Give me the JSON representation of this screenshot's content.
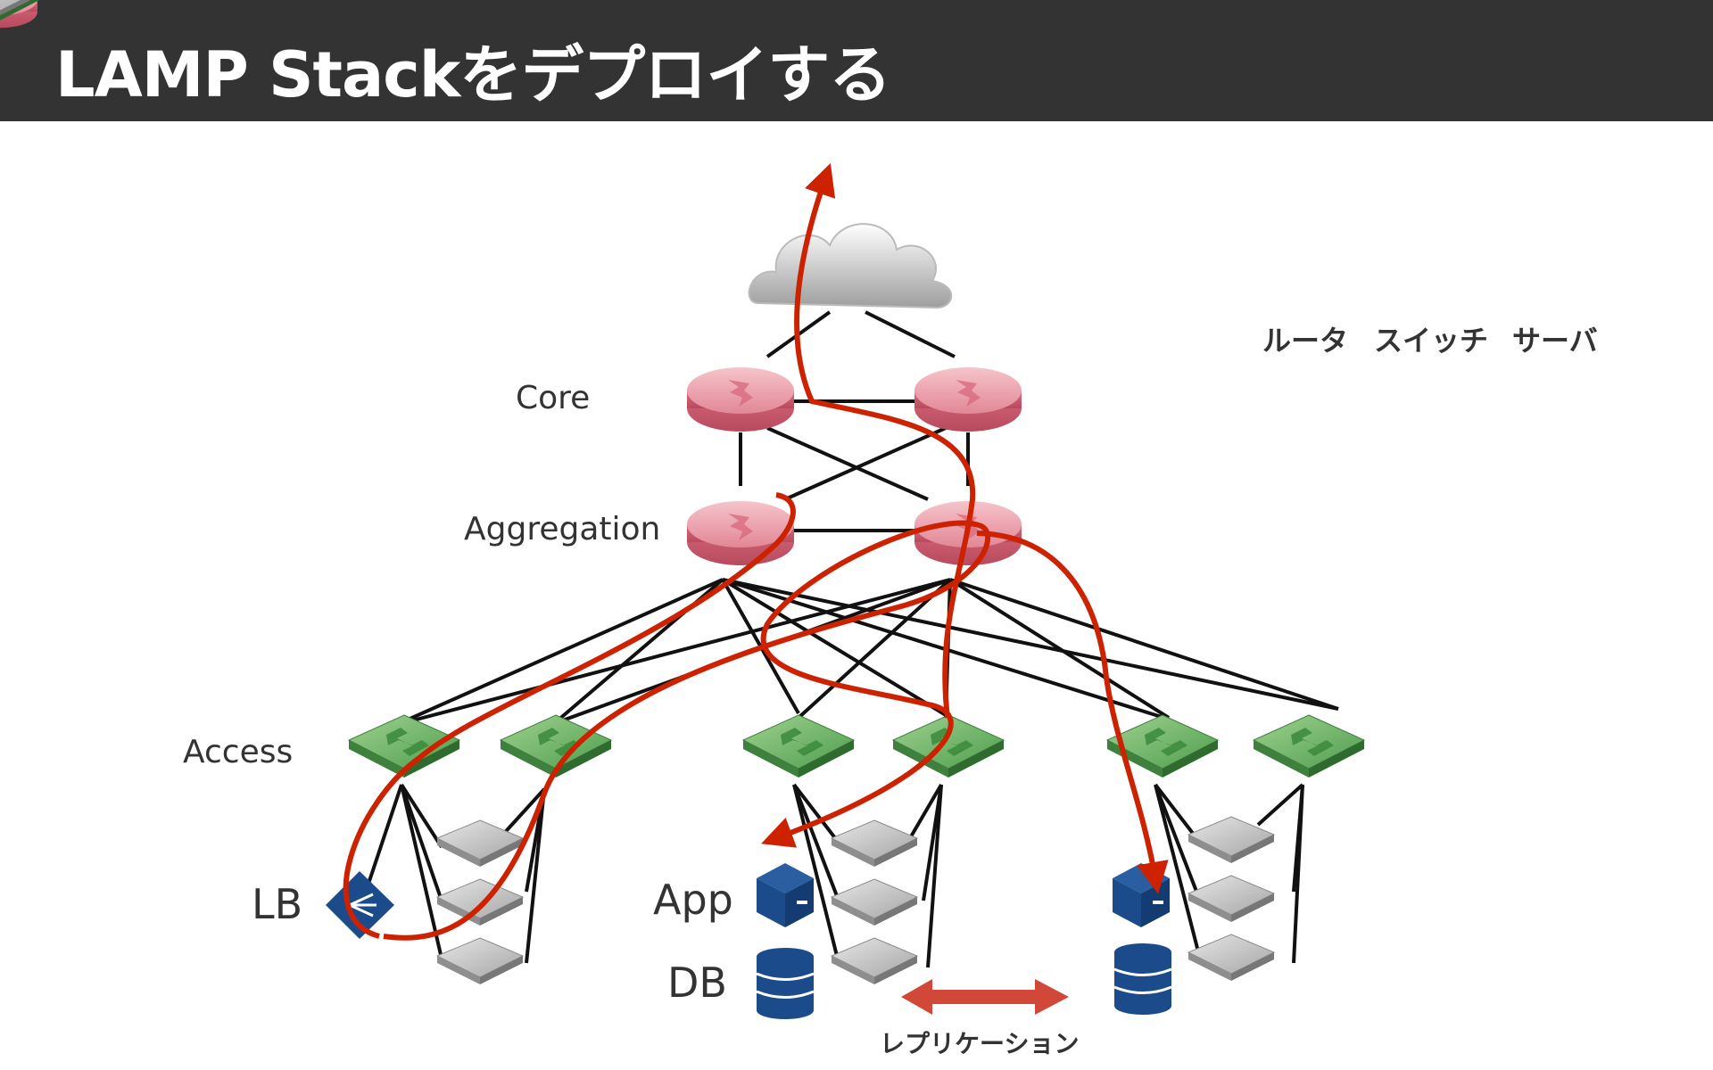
{
  "title": "LAMP Stackをデプロイする",
  "layers": {
    "core": "Core",
    "aggregation": "Aggregation",
    "access": "Access"
  },
  "legend": {
    "router": "ルータ",
    "switch": "スイッチ",
    "server": "サーバ"
  },
  "components": {
    "lb": "LB",
    "app": "App",
    "db": "DB"
  },
  "replication": "レプリケーション",
  "colors": {
    "title_bar": "#333333",
    "router": "#e8909c",
    "switch": "#5aa55a",
    "server": "#b8b8b8",
    "flow": "#cc2200",
    "replication": "#cc3322",
    "lamp_icon": "#1b4b8a"
  },
  "icons": [
    "cloud-icon",
    "router-icon",
    "switch-icon",
    "server-icon",
    "lb-icon",
    "app-icon",
    "db-icon"
  ]
}
